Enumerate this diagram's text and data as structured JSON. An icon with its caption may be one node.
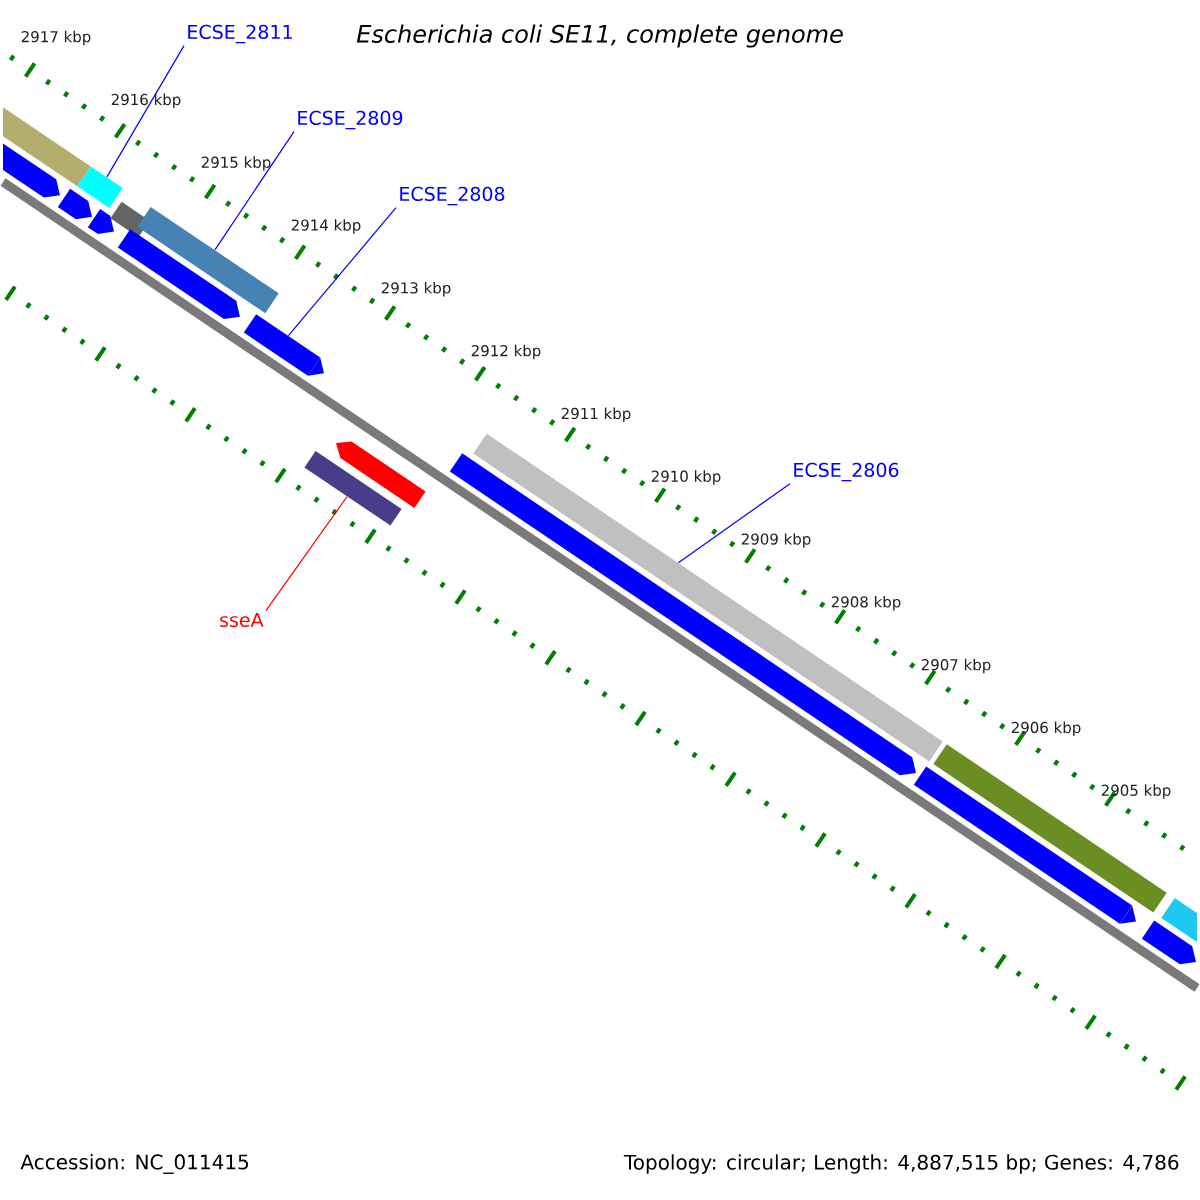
{
  "diagram": {
    "title": "Escherichia coli SE11, complete genome",
    "nodes": [
      {
        "text": [
          "ECSE_2811"
        ]
      },
      {
        "text": [],
        "shape": "bar"
      },
      {
        "text": [
          "ECSE_2809"
        ]
      },
      {
        "text": [],
        "shape": "bar"
      },
      {
        "text": [
          "ECSE_2808"
        ]
      },
      {
        "text": [],
        "shape": "bar"
      },
      {
        "text": [
          "ECSE_2806"
        ]
      },
      {
        "text": [],
        "shape": "bar"
      },
      {
        "text": [
          "sseA"
        ]
      },
      {
        "text": [],
        "shape": "bar"
      },
      {
        "text": [],
        "shape": "bar"
      }
    ],
    "edges": [
      {
        "from": 0,
        "to": 1,
        "arrow": "none"
      },
      {
        "from": 2,
        "to": 3,
        "arrow": "none"
      },
      {
        "from": 4,
        "to": 5,
        "arrow": "none"
      },
      {
        "from": 6,
        "to": 7,
        "arrow": "none"
      },
      {
        "from": 8,
        "to": 9,
        "arrow": "none",
        "color": "#ff0000"
      }
    ],
    "labels": [
      "2917 kbp",
      "2916 kbp",
      "2915 kbp",
      "2914 kbp",
      "2913 kbp",
      "2912 kbp",
      "2911 kbp",
      "2910 kbp",
      "2909 kbp",
      "2908 kbp",
      "2907 kbp",
      "2906 kbp",
      "2905 kbp",
      "Accession: NC_011415",
      "Topology: circular; Length: 4,887,515 bp; Genes: 4,786"
    ]
  }
}
